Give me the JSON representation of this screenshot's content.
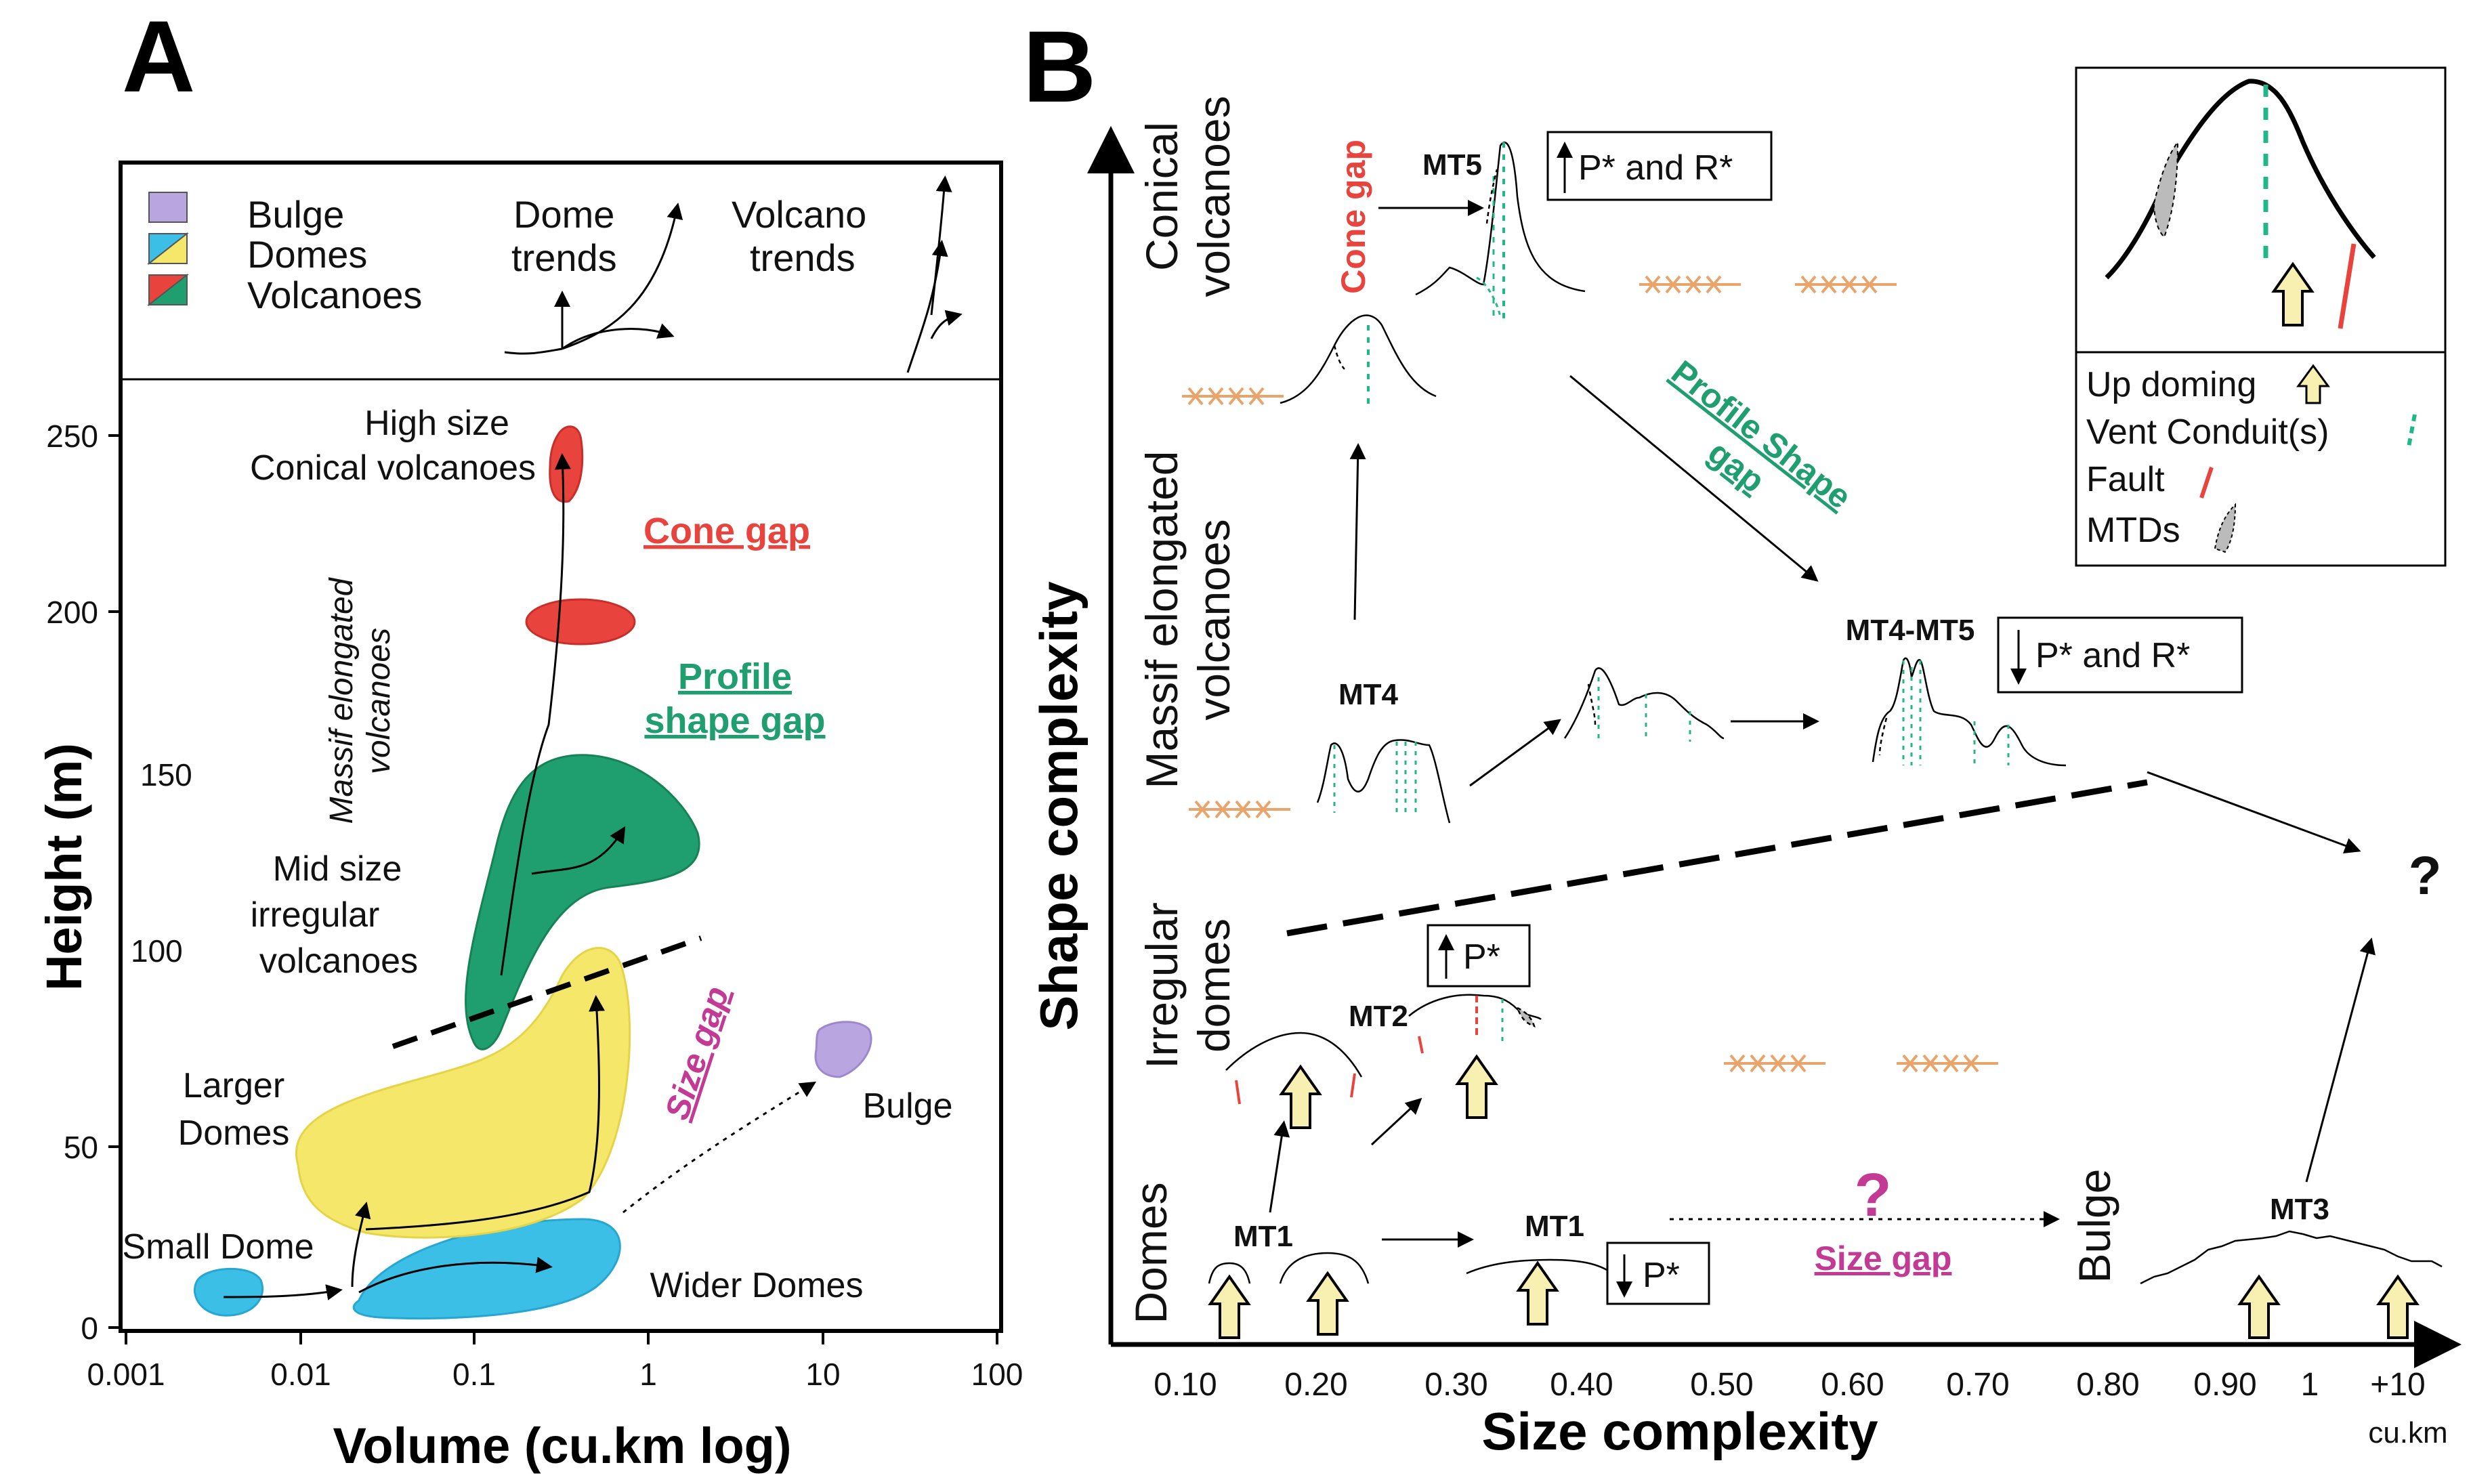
{
  "panel_a": {
    "letter": "A",
    "legend": {
      "items": [
        {
          "label": "Bulge",
          "colors": [
            "#b9a6e0"
          ]
        },
        {
          "label": "Domes",
          "colors": [
            "#3cbfe6",
            "#f4e76a"
          ]
        },
        {
          "label": "Volcanoes",
          "colors": [
            "#e8433d",
            "#1f9f6f"
          ]
        }
      ],
      "dome_trends": [
        "Dome",
        "trends"
      ],
      "volcano_trends": [
        "Volcano",
        "trends"
      ]
    },
    "y_label": "Height (m)",
    "x_label": "Volume (cu.km log)",
    "y_ticks": [
      "250",
      "200",
      "150",
      "100",
      "50",
      "0"
    ],
    "x_ticks": [
      "0.001",
      "0.01",
      "0.1",
      "1",
      "10",
      "100"
    ],
    "labels": {
      "high_size": [
        "High size",
        "Conical volcanoes"
      ],
      "cone_gap": "Cone gap",
      "massif": [
        "Massif elongated",
        "volcanoes"
      ],
      "profile_gap": [
        "Profile",
        "shape gap"
      ],
      "mid_size": [
        "Mid size",
        "irregular",
        "volcanoes"
      ],
      "larger_domes": [
        "Larger",
        "Domes"
      ],
      "size_gap": "Size gap",
      "bulge": "Bulge",
      "small_dome": "Small Dome",
      "wider_domes": "Wider Domes"
    },
    "colors": {
      "cone": "#e8433d",
      "green": "#1f9f6f",
      "yellow": "#f4e76a",
      "blue": "#3cbfe6",
      "purple": "#b9a6e0",
      "size_gap": "#c23a94"
    }
  },
  "panel_b": {
    "letter": "B",
    "y_axis_label": "Shape complexity",
    "x_axis_label": "Size complexity",
    "x_ticks": [
      "0.10",
      "0.20",
      "0.30",
      "0.40",
      "0.50",
      "0.60",
      "0.70",
      "0.80",
      "0.90",
      "1",
      "+10"
    ],
    "x_unit": "cu.km",
    "rows": [
      [
        "Conical",
        "volcanoes"
      ],
      [
        "Massif elongated",
        "volcanoes"
      ],
      [
        "Irregular",
        "domes"
      ],
      [
        "Domes"
      ]
    ],
    "mt_labels": {
      "mt5": "MT5",
      "mt4": "MT4",
      "mt45": "MT4-MT5",
      "mt2": "MT2",
      "mt1a": "MT1",
      "mt1b": "MT1",
      "mt3": "MT3"
    },
    "bulge": "Bulge",
    "cone_gap": "Cone gap",
    "profile_gap": [
      "Profile Shape",
      "gap"
    ],
    "size_gap": "Size gap",
    "question": "?",
    "boxes": {
      "up_pr": "P* and R*",
      "down_pr": "P* and R*",
      "up_p": "P*",
      "down_p": "P*"
    },
    "inset_legend": {
      "up_doming": "Up doming",
      "vent": "Vent Conduit(s)",
      "fault": "Fault",
      "mtds": "MTDs"
    },
    "colors": {
      "red": "#e8433d",
      "green": "#1f9f6f",
      "magenta": "#c23a94",
      "cross": "#e8a46a",
      "arrow_fill": "#f8f0b0",
      "vent": "#20b78a"
    }
  }
}
